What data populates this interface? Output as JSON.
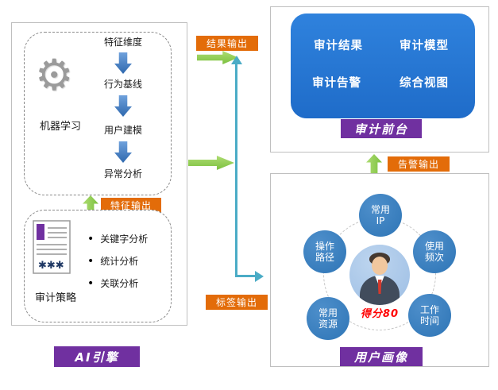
{
  "left_panel": {
    "title": "AI引擎",
    "ml": {
      "label": "机器学习",
      "steps": [
        "特征维度",
        "行为基线",
        "用户建模",
        "异常分析"
      ]
    },
    "feature_output": "特征输出",
    "strategy": {
      "label": "审计策略",
      "items": [
        "关键字分析",
        "统计分析",
        "关联分析"
      ],
      "stars": "✱✱✱"
    }
  },
  "connectors": {
    "result_output": "结果输出",
    "tag_output": "标签输出",
    "alert_output": "告警输出"
  },
  "audit_front": {
    "title": "审计前台",
    "buttons": [
      "审计结果",
      "审计模型",
      "审计告警",
      "综合视图"
    ]
  },
  "user_profile": {
    "title": "用户画像",
    "score": "得分80",
    "attributes": [
      [
        "常用",
        "IP"
      ],
      [
        "使用",
        "频次"
      ],
      [
        "工作",
        "时间"
      ],
      [
        "常用",
        "资源"
      ],
      [
        "操作",
        "路径"
      ]
    ]
  },
  "icons": {
    "gear": "⚙"
  },
  "colors": {
    "purple": "#7030A0",
    "orange": "#E36C09",
    "panel_blue": "#2273D4",
    "circle_blue": "#2E75B6",
    "arrow_blue": "#2E68AE",
    "green": "#92D050",
    "teal": "#4BACC6",
    "score_red": "#FF0000",
    "border_gray": "#BFBFBF"
  }
}
